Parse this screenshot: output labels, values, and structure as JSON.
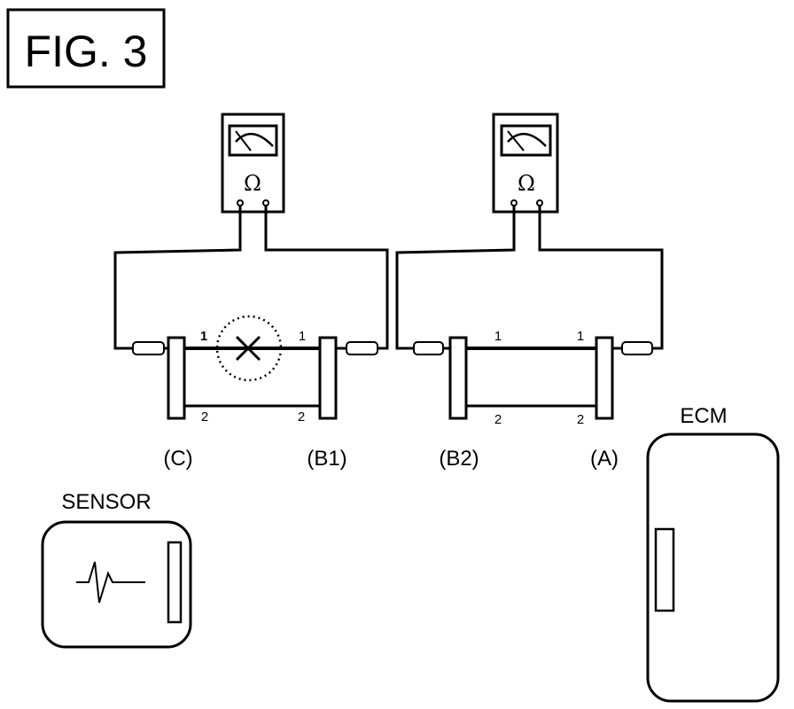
{
  "figure": {
    "title": "FIG. 3"
  },
  "meters": [
    {
      "id": "meter-left",
      "symbol": "Ω",
      "icon": "ohmmeter-icon"
    },
    {
      "id": "meter-right",
      "symbol": "Ω",
      "icon": "ohmmeter-icon"
    }
  ],
  "connectors": {
    "C": "(C)",
    "B1": "(B1)",
    "B2": "(B2)",
    "A": "(A)"
  },
  "pins": {
    "c_top": "1",
    "b1_top": "1",
    "c_bottom": "2",
    "b1_bottom": "2",
    "b2_top": "1",
    "a_top": "1",
    "b2_bottom": "2",
    "a_bottom": "2"
  },
  "components": {
    "sensor": "SENSOR",
    "ecm": "ECM"
  },
  "annotations": {
    "open_circuit": "open-circuit-mark",
    "colors": {
      "line": "#000000",
      "background": "#ffffff"
    }
  }
}
